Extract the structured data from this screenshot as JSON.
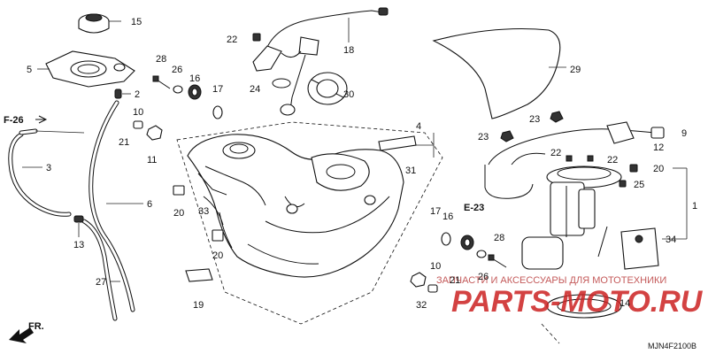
{
  "diagram": {
    "code": "MJN4F2100B",
    "watermark_text": "ЗАПЧАСТИ И АКСЕССУАРЫ ДЛЯ МОТОТЕХНИКИ",
    "watermark_logo": "PARTS-MOTO.RU",
    "accent_color": "#cc2222"
  },
  "refs": {
    "f26": "F-26",
    "e23": "E-23",
    "fr": "FR."
  },
  "labels": {
    "l1": "1",
    "l2": "2",
    "l3": "3",
    "l4": "4",
    "l5": "5",
    "l6": "6",
    "l9": "9",
    "l10a": "10",
    "l10b": "10",
    "l11": "11",
    "l12": "12",
    "l13": "13",
    "l14": "14",
    "l15": "15",
    "l16a": "16",
    "l16b": "16",
    "l17a": "17",
    "l17b": "17",
    "l18": "18",
    "l19": "19",
    "l20a": "20",
    "l20b": "20",
    "l20c": "20",
    "l21a": "21",
    "l21b": "21",
    "l22a": "22",
    "l22b": "22",
    "l22c": "22",
    "l23a": "23",
    "l23b": "23",
    "l24": "24",
    "l25": "25",
    "l26a": "26",
    "l26b": "26",
    "l27": "27",
    "l28a": "28",
    "l28b": "28",
    "l29": "29",
    "l30": "30",
    "l31": "31",
    "l32": "32",
    "l33": "33",
    "l34": "34"
  }
}
